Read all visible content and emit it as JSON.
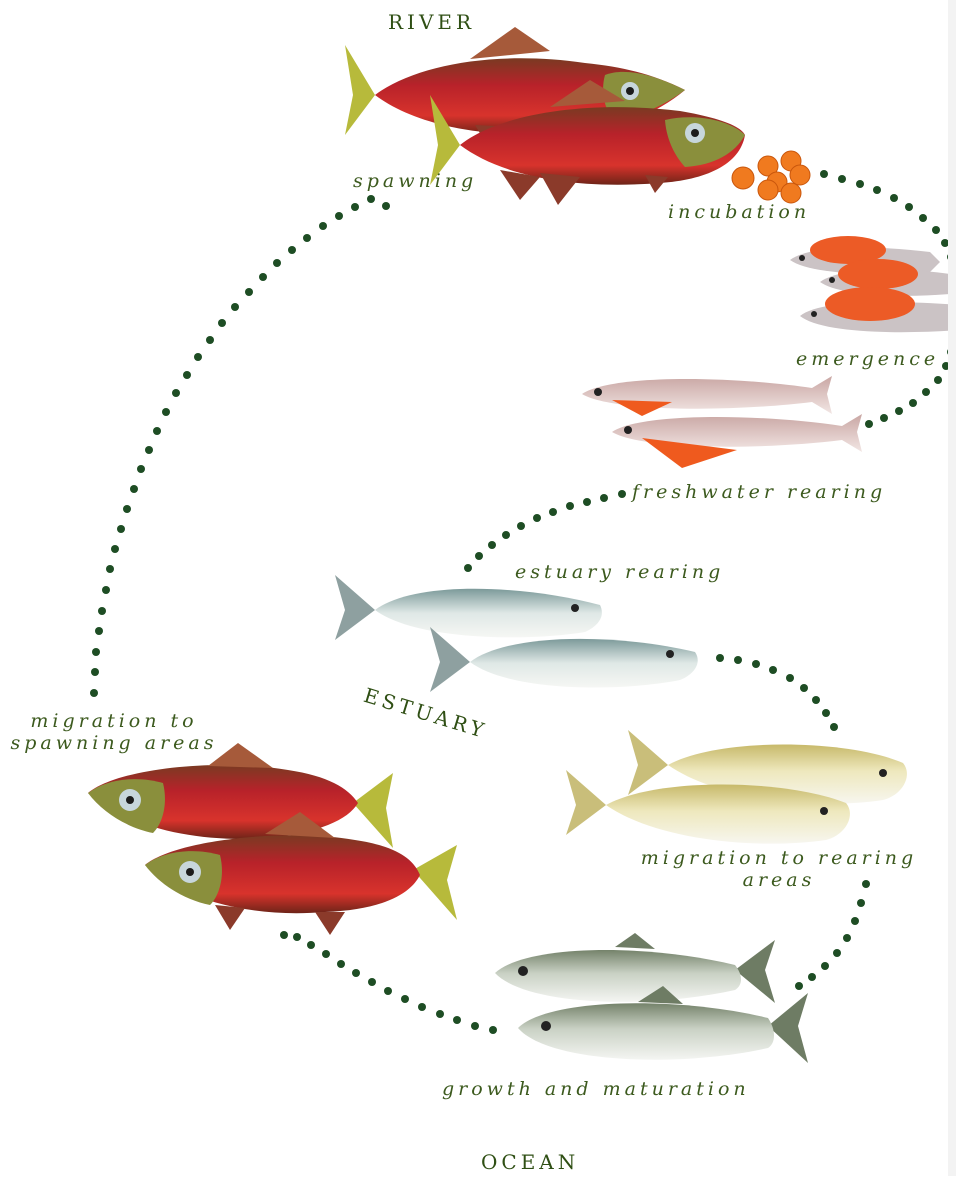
{
  "regions": {
    "river": "RIVER",
    "estuary": "ESTUARY",
    "ocean": "OCEAN"
  },
  "stages": {
    "spawning": "spawning",
    "incubation": "incubation",
    "emergence": "emergence",
    "freshwater_rearing": "freshwater   rearing",
    "estuary_rearing": "estuary rearing",
    "migration_rearing_1": "migration to rearing",
    "migration_rearing_2": "areas",
    "growth": "growth and maturation",
    "migration_spawning_1": "migration to",
    "migration_spawning_2": "spawning areas"
  },
  "colors": {
    "label": "#3c5a1e",
    "dots": "#1e4d24",
    "spawner_red": "#c8232a",
    "egg": "#f07a1f"
  },
  "icons": [
    "spawning-salmon-icon",
    "egg-cluster-icon",
    "alevin-icon",
    "fry-icon",
    "smolt-icon",
    "ocean-salmon-icon"
  ]
}
